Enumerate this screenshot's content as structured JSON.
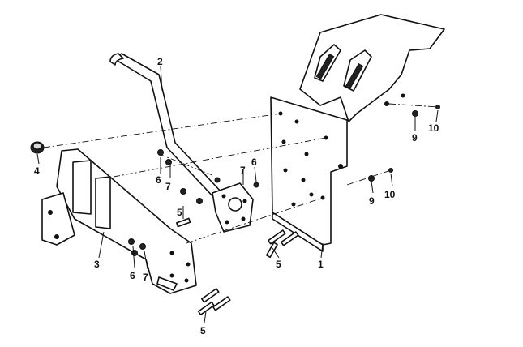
{
  "labels": {
    "part_1": "1",
    "part_2": "2",
    "part_3": "3",
    "part_4": "4",
    "part_5a": "5",
    "part_5b": "5",
    "part_5c": "5",
    "part_6a": "6",
    "part_6b": "6",
    "part_6c": "6",
    "part_7a": "7",
    "part_7b": "7",
    "part_7c": "7",
    "part_9a": "9",
    "part_9b": "9",
    "part_10a": "10",
    "part_10b": "10"
  }
}
